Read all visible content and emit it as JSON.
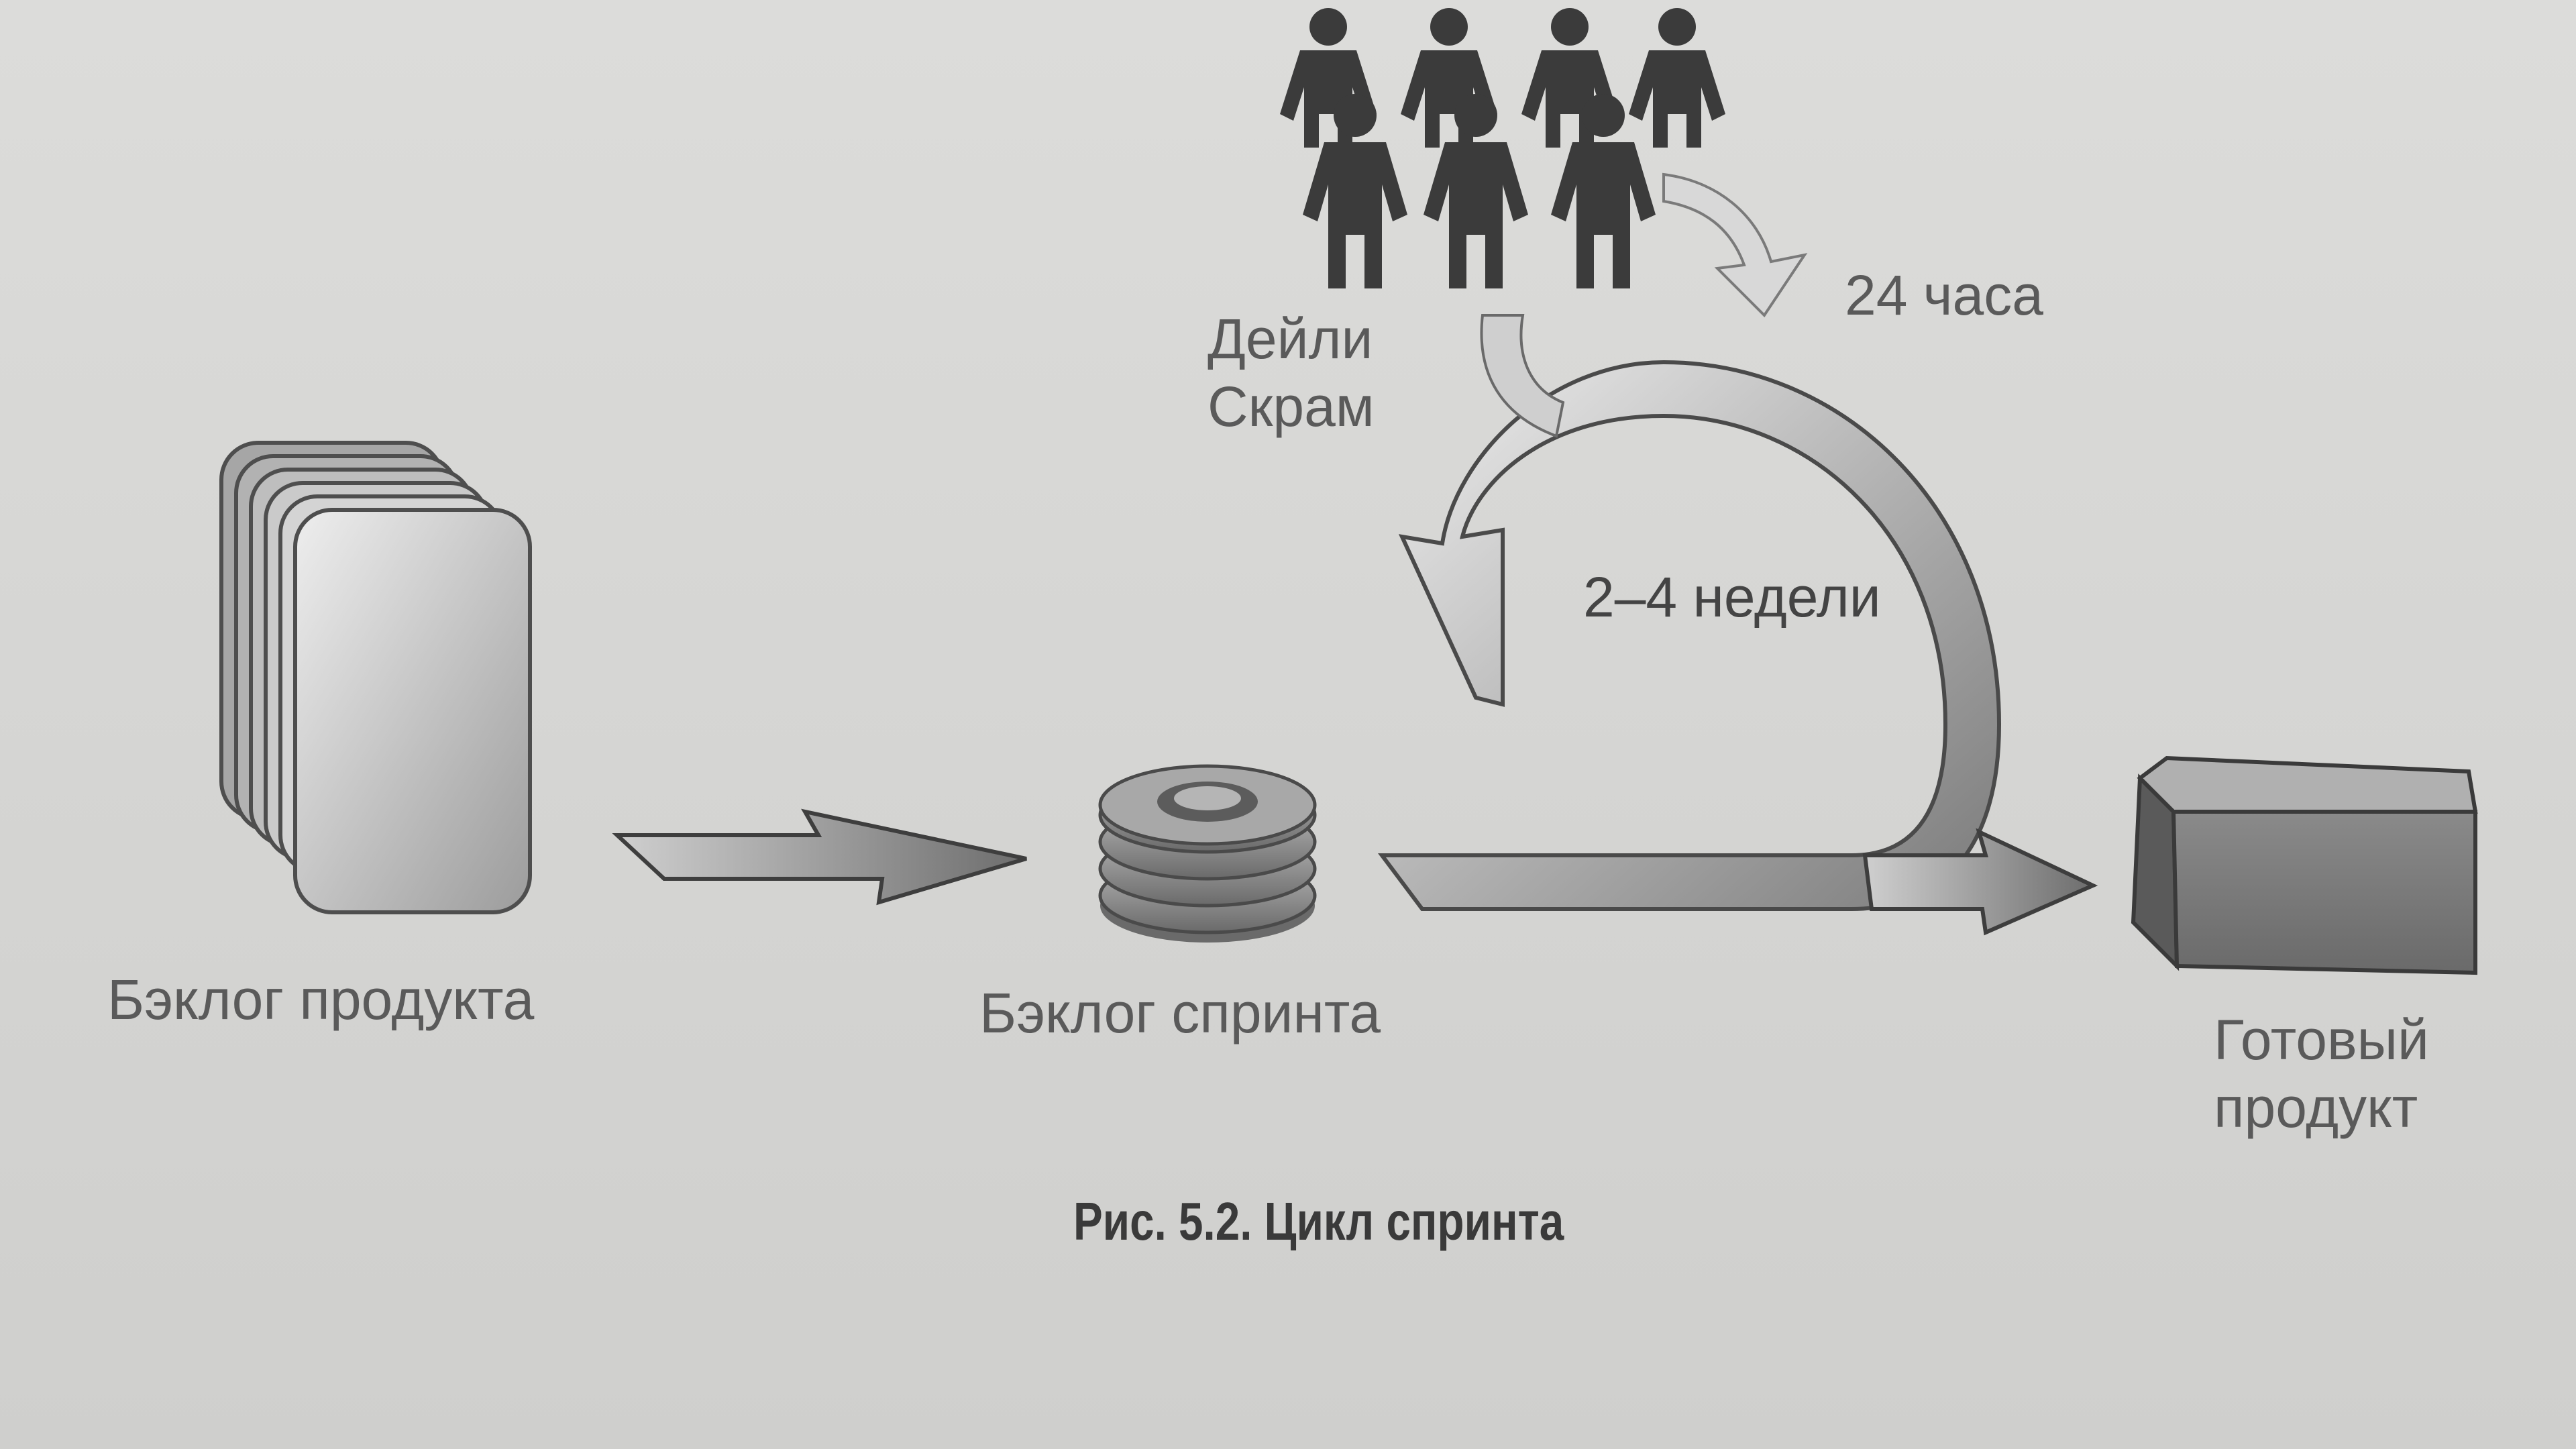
{
  "diagram": {
    "labels": {
      "product_backlog": "Бэклог продукта",
      "sprint_backlog": "Бэклог спринта",
      "daily_scrum": "Дейли\nСкрам",
      "hours": "24 часа",
      "weeks": "2–4 недели",
      "finished_product": "Готовый\nпродукт"
    },
    "caption": "Рис. 5.2. Цикл спринта",
    "icons": [
      "card-stack-icon",
      "disc-stack-icon",
      "people-group-icon",
      "box-icon",
      "arrow-icon",
      "loop-arrow-icon"
    ]
  }
}
